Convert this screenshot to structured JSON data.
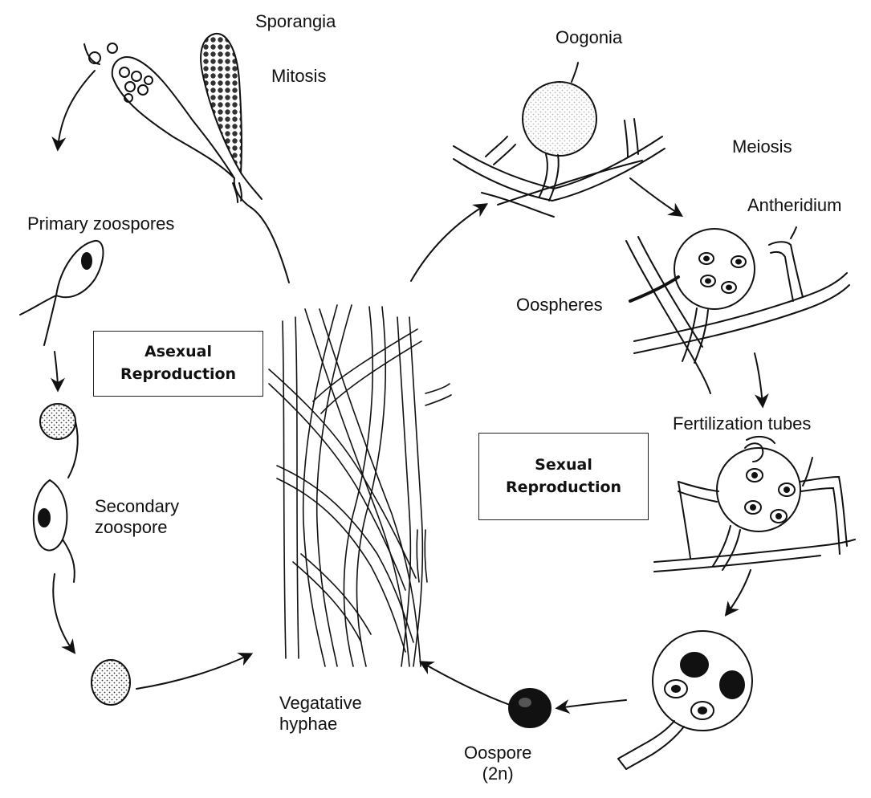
{
  "diagram": {
    "labels": {
      "sporangia": "Sporangia",
      "mitosis": "Mitosis",
      "primary_zoospores": "Primary zoospores",
      "secondary_zoospore": "Secondary\nzoospore",
      "vegetative_hyphae": "Vegatative\nhyphae",
      "oospore": "Oospore\n(2n)",
      "oogonia": "Oogonia",
      "meiosis": "Meiosis",
      "antheridium": "Antheridium",
      "oospheres": "Oospheres",
      "fertilization_tubes": "Fertilization tubes"
    },
    "boxes": {
      "asexual": "Asexual\nReproduction",
      "sexual": "Sexual\nReproduction"
    }
  }
}
